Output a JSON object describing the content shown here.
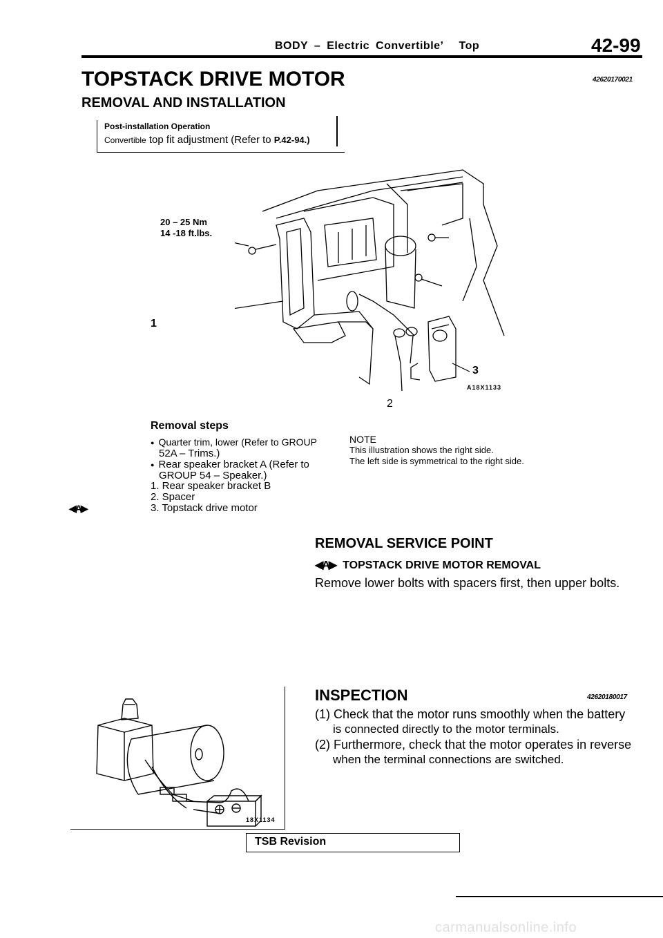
{
  "header": {
    "body": "BODY",
    "dash": "–",
    "electric": "Electric",
    "convertible": "Convertible’",
    "top": "Top",
    "page": "42-99"
  },
  "section": {
    "title": "TOPSTACK DRIVE MOTOR",
    "code": "42620170021",
    "subtitle": "REMOVAL AND INSTALLATION"
  },
  "post_install": {
    "title": "Post-installation Operation",
    "prefix": "Convertible",
    "text": "top fit adjustment (Refer to",
    "ref": "P.42-94.)"
  },
  "figure1": {
    "torque_line1": "20 – 25 Nm",
    "torque_line2": "14 -18 ft.lbs.",
    "callout_1": "1",
    "callout_2": "2",
    "callout_3": "3",
    "code": "A18X1133"
  },
  "removal": {
    "title": "Removal steps",
    "step_a1": "Quarter trim, lower (Refer to GROUP",
    "step_a2": "52A – Trims.)",
    "step_b1": "Rear speaker bracket A (Refer to",
    "step_b2": "GROUP 54 – Speaker.)",
    "step_1": "1. Rear speaker bracket B",
    "step_2": "2. Spacer",
    "step_3": "3. Topstack drive motor",
    "marker": "◀A▶"
  },
  "note": {
    "label": "NOTE",
    "line1": "This illustration shows the right side.",
    "line2": "The left side is symmetrical to the right side."
  },
  "service": {
    "title": "REMOVAL SERVICE POINT",
    "marker": "◀A▶",
    "subtitle": "TOPSTACK DRIVE MOTOR REMOVAL",
    "text": "Remove lower bolts with spacers first, then upper bolts."
  },
  "inspection": {
    "title": "INSPECTION",
    "code": "42620180017",
    "line1": "(1) Check that the motor runs smoothly when the battery",
    "line2": "is connected directly to the motor terminals.",
    "line3": "(2) Furthermore, check that the motor operates in reverse",
    "line4": "when the terminal connections are switched."
  },
  "figure2": {
    "code": "18X1134"
  },
  "footer": {
    "tsb": "TSB Revision",
    "watermark": "carmanualsonline.info"
  }
}
